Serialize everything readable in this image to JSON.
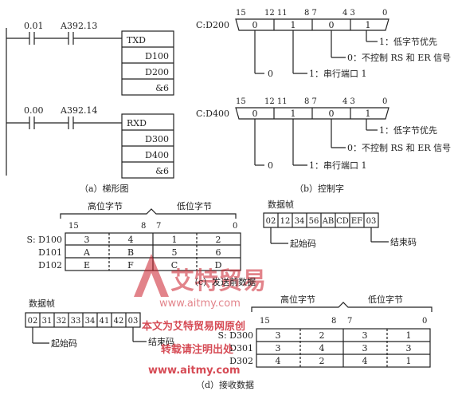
{
  "ladder": {
    "rung1": {
      "contact1": "0.01",
      "contact2": "A392.13",
      "instr": "TXD",
      "ops": [
        "D100",
        "D200",
        "&6"
      ]
    },
    "rung2": {
      "contact1": "0.00",
      "contact2": "A392.14",
      "instr": "RXD",
      "ops": [
        "D300",
        "D400",
        "&6"
      ]
    },
    "caption": "（a）梯形图"
  },
  "control": {
    "bits": [
      "15",
      "12 11",
      "8 7",
      "4 3",
      "0"
    ],
    "d200": {
      "label": "C:D200",
      "digits": [
        "0",
        "1",
        "0",
        "1"
      ]
    },
    "d400": {
      "label": "C:D400",
      "digits": [
        "0",
        "1",
        "0",
        "1"
      ]
    },
    "notes": {
      "low_byte_first": "1：低字节优先",
      "no_rs_er": "0：不控制 RS 和 ER 信号",
      "port1": "1：串行端口 1",
      "zero": "0"
    },
    "caption": "（b）控制字"
  },
  "send": {
    "high_byte": "高位字节",
    "low_byte": "低位字节",
    "bit15": "15",
    "bit8": "8",
    "bit7": "7",
    "bit0": "0",
    "rows": [
      {
        "label": "S: D100",
        "cells": [
          "3",
          "4",
          "1",
          "2"
        ]
      },
      {
        "label": "D101",
        "cells": [
          "A",
          "B",
          "5",
          "6"
        ]
      },
      {
        "label": "D102",
        "cells": [
          "E",
          "F",
          "C",
          "D"
        ]
      }
    ],
    "caption": "（c）发送前数据"
  },
  "frame_top": {
    "title": "数据帧",
    "cells": [
      "02",
      "12",
      "34",
      "56",
      "AB",
      "CD",
      "EF",
      "03"
    ],
    "start_code": "起始码",
    "end_code": "结束码"
  },
  "frame_bottom": {
    "title": "数据帧",
    "cells": [
      "02",
      "31",
      "32",
      "33",
      "34",
      "41",
      "42",
      "03"
    ],
    "start_code": "起始码",
    "end_code": "结束码"
  },
  "receive": {
    "high_byte": "高位字节",
    "low_byte": "低位字节",
    "bit15": "15",
    "bit8": "8",
    "bit7": "7",
    "bit0": "0",
    "rows": [
      {
        "label": "S: D300",
        "cells": [
          "3",
          "2",
          "3",
          "1"
        ]
      },
      {
        "label": "D301",
        "cells": [
          "3",
          "4",
          "3",
          "3"
        ]
      },
      {
        "label": "D302",
        "cells": [
          "4",
          "2",
          "4",
          "1"
        ]
      }
    ],
    "caption": "（d）接收数据"
  },
  "watermark": {
    "brand": "艾特贸易",
    "url1": "www.aitmy.com",
    "line1": "本文为艾特贸易网原创",
    "line2": "转载请注明出处",
    "url2": "www.aitmy.com",
    "color": "#cc1f2b"
  }
}
